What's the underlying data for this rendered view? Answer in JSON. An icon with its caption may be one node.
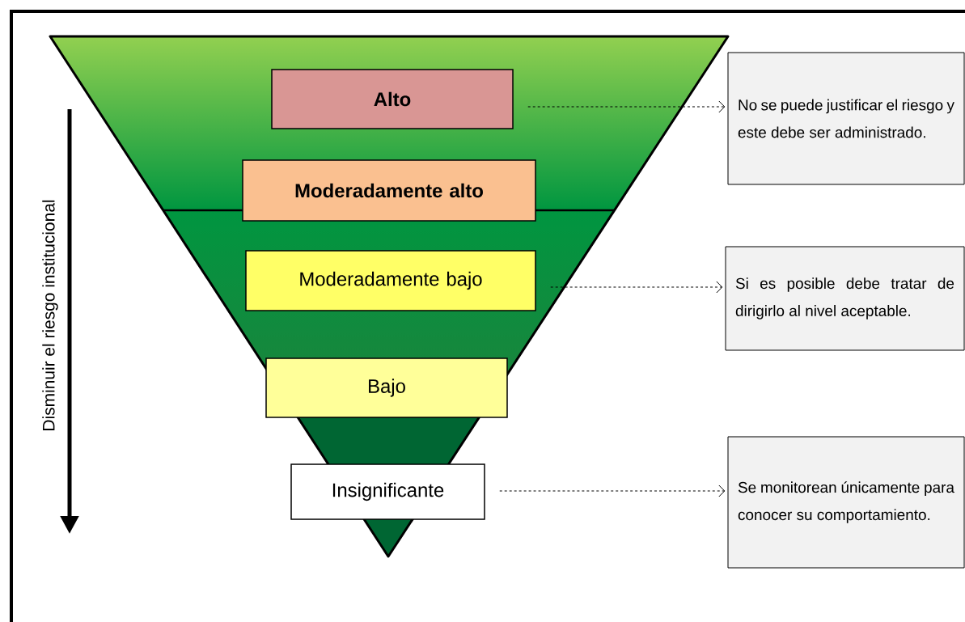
{
  "diagram": {
    "nodes": [
      {
        "text": [
          "Alto"
        ]
      },
      {
        "text": [
          "Moderadamente alto"
        ]
      },
      {
        "text": [
          "Moderadamente bajo"
        ]
      },
      {
        "text": [
          "Bajo"
        ]
      },
      {
        "text": [
          "Insignificante"
        ]
      },
      {
        "text": [
          "No se puede justificar el riesgo y este debe ser administrado."
        ]
      },
      {
        "text": [
          "Si es posible debe tratar de dirigirlo al nivel aceptable."
        ]
      },
      {
        "text": [
          "Se monitorean únicamente para conocer su comportamiento."
        ]
      }
    ],
    "edges": [
      {
        "from": 0,
        "to": 5,
        "arrow": "to",
        "style": "dashed"
      },
      {
        "from": 2,
        "to": 6,
        "arrow": "to",
        "style": "dashed"
      },
      {
        "from": 4,
        "to": 7,
        "arrow": "to",
        "style": "dashed"
      }
    ],
    "labels": [
      "Disminuir el riesgo institucional"
    ]
  }
}
